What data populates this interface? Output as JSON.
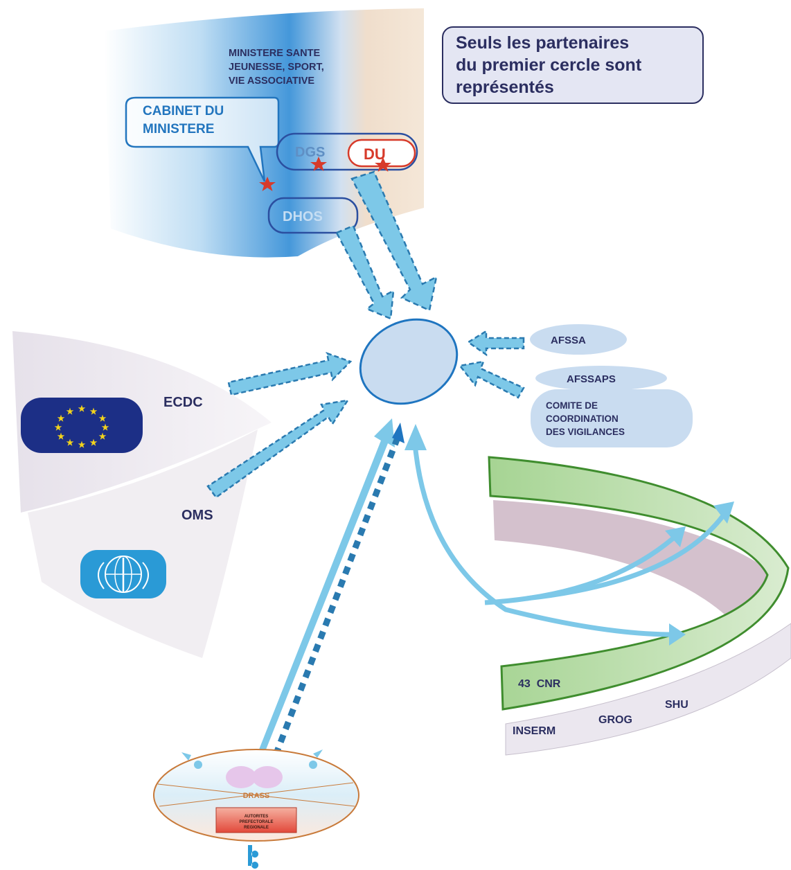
{
  "callout": {
    "line1": "Seuls les partenaires",
    "line2": "du premier cercle sont",
    "line3": "représentés"
  },
  "ministry": {
    "title_line1": "MINISTERE SANTE",
    "title_line2": "JEUNESSE, SPORT,",
    "title_line3": "VIE ASSOCIATIVE",
    "cabinet_line1": "CABINET DU",
    "cabinet_line2": "MINISTERE",
    "dgs": "DGS",
    "du": "DU",
    "dhos": "DHOS"
  },
  "international": {
    "ecdc": "ECDC",
    "oms": "OMS"
  },
  "agencies": {
    "afssa": "AFSSA",
    "afssaps": "AFSSAPS",
    "comite_line1": "COMITE DE",
    "comite_line2": "COORDINATION",
    "comite_line3": "DES VIGILANCES"
  },
  "network": {
    "cnr": "43  CNR",
    "shu": "SHU",
    "grog": "GROG",
    "inserm": "INSERM"
  },
  "region": {
    "drass": "DRASS",
    "authority_line1": "AUTORITES",
    "authority_line2": "PREFECTORALE",
    "authority_line3": "REGIONALE"
  },
  "colors": {
    "arrow": "#7dc8e8",
    "arrow_dash": "#2a7ab0",
    "ministry_blue": "#3a8fd6",
    "navy_text": "#2b2e60",
    "red_accent": "#d73a2a",
    "green_band": "#b7d9a6",
    "eu_blue": "#1c2f86",
    "eu_star": "#f2d31c"
  },
  "icons": [
    "eu-flag-icon",
    "who-emblem-icon",
    "star-icon"
  ]
}
